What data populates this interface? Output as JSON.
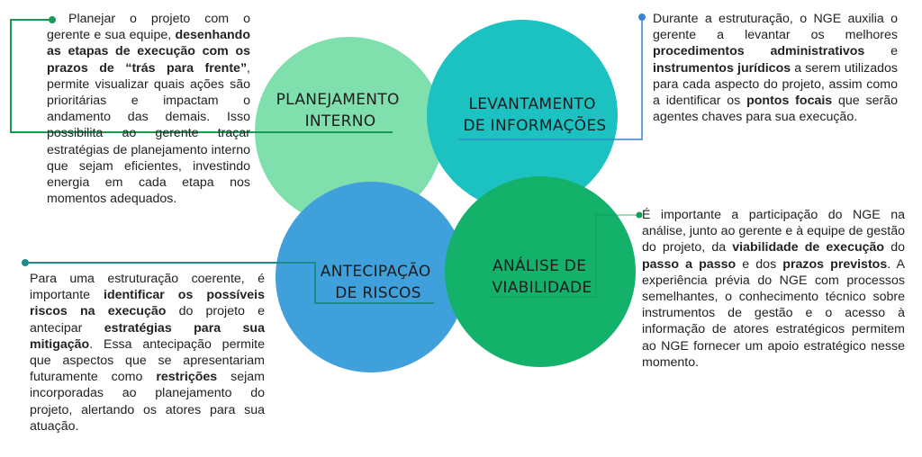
{
  "colors": {
    "planejamento": "#7fe0ad",
    "levantamento": "#1cc1c1",
    "antecipacao": "#3fa0dc",
    "analise": "#13b16a",
    "connector_green": "#139c54",
    "connector_blue": "#3b84d1",
    "connector_teal": "#1c8b8b"
  },
  "circles": {
    "planejamento": {
      "line1": "PLANEJAMENTO",
      "line2": "INTERNO"
    },
    "levantamento": {
      "line1": "LEVANTAMENTO",
      "line2": "DE INFORMAÇÕES"
    },
    "antecipacao": {
      "line1": "ANTECIPAÇÃO",
      "line2": "DE RISCOS"
    },
    "analise": {
      "line1": "ANÁLISE DE",
      "line2": "VIABILIDADE"
    }
  },
  "texts": {
    "planejamento": {
      "t1": "Planejar o projeto com o gerente e sua equipe, ",
      "b1": "desenhando as etapas de execução com os prazos de “trás para frente”",
      "t2": ", permite visualizar quais ações são prioritárias e impactam o andamento das demais. Isso possibilita ao gerente traçar estratégias de planejamento interno que sejam eficientes, investindo energia em cada etapa nos momentos adequados."
    },
    "levantamento": {
      "t1": "Durante a estruturação, o NGE auxilia o gerente a levantar os melhores ",
      "b1": "procedimentos administrativos",
      "t2": " e ",
      "b2": "instrumentos jurídicos",
      "t3": " a serem utilizados para cada aspecto do projeto, assim como a identificar os ",
      "b3": "pontos focais",
      "t4": " que serão agentes chaves para sua execução."
    },
    "antecipacao": {
      "t1": "Para uma estruturação coerente, é importante ",
      "b1": "identificar os possíveis riscos na execução",
      "t2": " do projeto e antecipar ",
      "b2": "estratégias para sua mitigação",
      "t3": ". Essa antecipação permite que aspectos que se apresentariam futuramente como ",
      "b3": "restrições",
      "t4": " sejam incorporadas ao planejamento do projeto, alertando os atores para sua atuação."
    },
    "analise": {
      "t1": "É importante a participação do NGE na análise, junto ao gerente e à equipe de gestão do projeto, da ",
      "b1": "viabilidade de execução",
      "t2": " do ",
      "b2": "passo a passo",
      "t3": " e dos ",
      "b3": "prazos previstos",
      "t4": ". A experiência prévia do NGE com processos semelhantes, o conhecimento técnico sobre instrumentos de gestão e o acesso à informação de atores estratégicos permitem ao NGE fornecer um apoio estratégico nesse momento."
    }
  }
}
